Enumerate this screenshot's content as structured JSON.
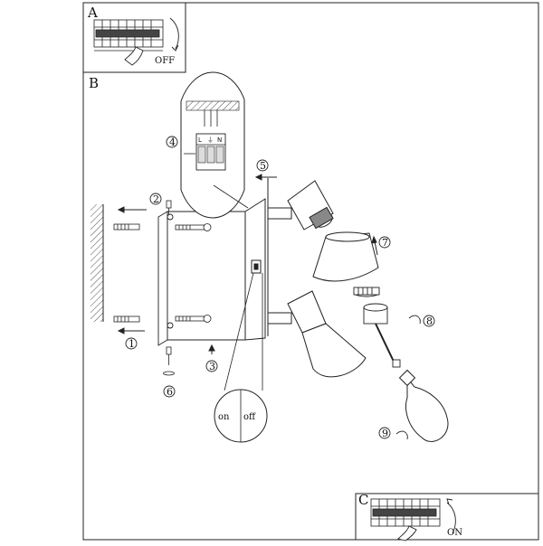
{
  "panels": {
    "a": {
      "letter": "A",
      "action": "OFF"
    },
    "b": {
      "letter": "B"
    },
    "c": {
      "letter": "C",
      "action": "ON"
    }
  },
  "switch_detail": {
    "on": "on",
    "off": "off"
  },
  "terminal": {
    "left": "L",
    "ground": "⏚",
    "neutral": "N"
  },
  "steps": {
    "s1": "1",
    "s2": "2",
    "s3": "3",
    "s4": "4",
    "s5": "5",
    "s6": "6",
    "s7": "7",
    "s8": "8",
    "s9": "9"
  }
}
